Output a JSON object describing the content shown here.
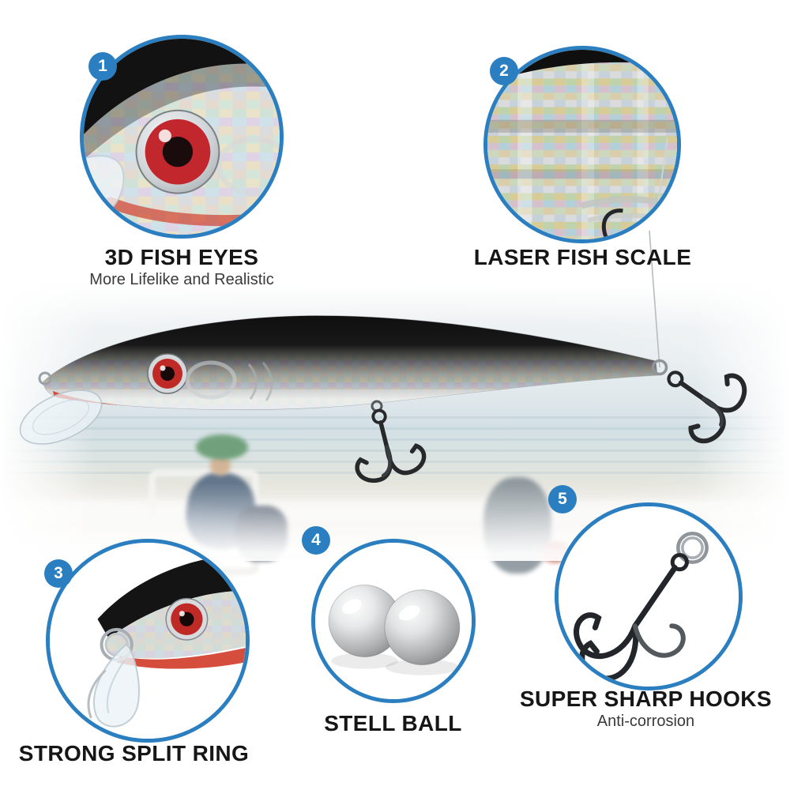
{
  "callouts": [
    {
      "number": "1",
      "title": "3D FISH EYES",
      "subtitle": "More Lifelike and Realistic"
    },
    {
      "number": "2",
      "title": "LASER FISH SCALE",
      "subtitle": ""
    },
    {
      "number": "3",
      "title": "STRONG SPLIT RING",
      "subtitle": ""
    },
    {
      "number": "4",
      "title": "STELL BALL",
      "subtitle": ""
    },
    {
      "number": "5",
      "title": "SUPER SHARP HOOKS",
      "subtitle": "Anti-corrosion"
    }
  ],
  "colors": {
    "accent_blue": "#2b7fc0",
    "title_text": "#161616",
    "subtitle_text": "#3a3a3a",
    "eye_red": "#c1272d",
    "lure_back": "#141414",
    "steel_gray": "#9b9b9b"
  }
}
